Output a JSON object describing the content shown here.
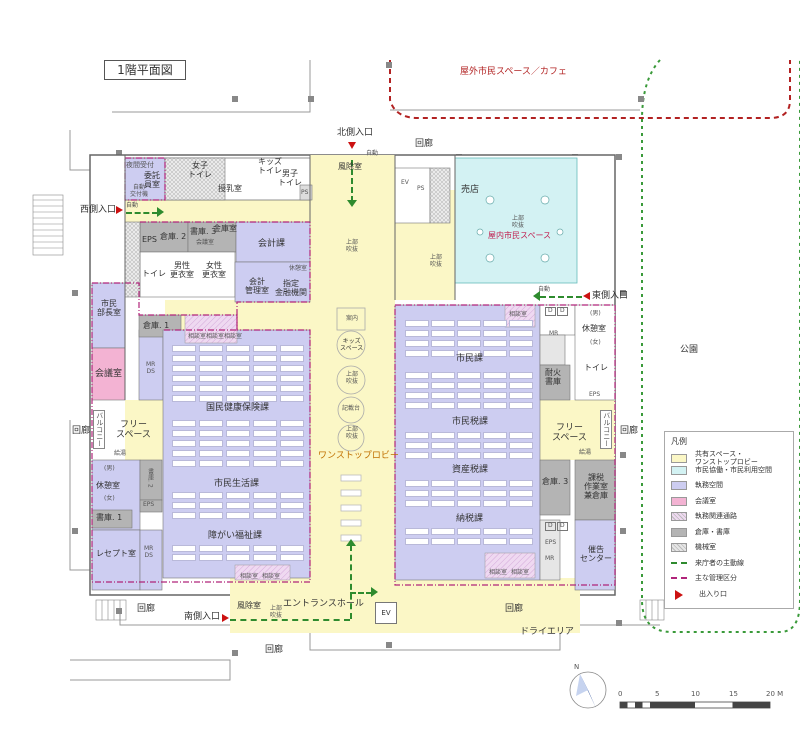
{
  "title": "1階平面図",
  "colors": {
    "shared": "#fbf7c6",
    "citizen": "#d3f2f3",
    "office": "#cdcdf1",
    "meeting": "#f3b3d3",
    "passage": "#efd9f1",
    "storage": "#b4b4b4",
    "machine": "#e6e6e6",
    "route": "#2e8b2e",
    "boundary": "#b0247a",
    "entrance": "#cc1111"
  },
  "outside": {
    "terrace": "屋外市民スペース／カフェ",
    "park": "公園",
    "dry_area": "ドライエリア"
  },
  "corridors": {
    "north": "回廊",
    "west": "回廊",
    "east": "回廊",
    "south_left": "回廊",
    "south_right": "回廊",
    "south_mid": "回廊"
  },
  "entrances": {
    "north": "北側入口",
    "west": "西側入口",
    "east": "東側入口",
    "south": "南側入口",
    "auto": "自動"
  },
  "lobby": {
    "name": "ワンストップロビー",
    "entrance_hall": "エントランスホール",
    "kids": "キッズ\nスペース",
    "atrium": "上部\n吹抜",
    "guide": "案内",
    "desk": "記載台",
    "windbreak_n": "風除室",
    "windbreak_s": "風除室",
    "ev": "EV"
  },
  "rooms": {
    "consign": "委託\n員室",
    "night": "夜間受付",
    "vending": "自動\n交付機",
    "wc_f": "女子\nトイレ",
    "wc_kids": "キッズ\nトイレ",
    "nursing": "授乳室",
    "wc_m": "男子\nトイレ",
    "ps1": "PS",
    "ev_left": "EV",
    "ps2": "PS",
    "shop": "売店",
    "indoor": "屋内市民スペース",
    "eps_w": "EPS",
    "store2": "倉庫. 2",
    "store3w": "書庫. 3",
    "store_conf": "会議室",
    "treasury": "金庫室",
    "acct": "会計課",
    "rest_acct": "休憩室",
    "locker_m": "男性\n更衣室",
    "locker_f": "女性\n更衣室",
    "wc_w": "トイレ",
    "acct_mgr": "会計\n管理室",
    "bank": "指定\n金融機関",
    "mayor": "市民\n部長室",
    "store1": "倉庫. 1",
    "conf": "会議室",
    "mrds": "MR\nDS",
    "health": "国民健康保険課",
    "living": "市民生活課",
    "welfare": "障がい福祉課",
    "free_w": "フリー\nスペース",
    "balcony_w": "バルコニー",
    "rest_w_m": "(男)",
    "rest_w": "休憩室",
    "rest_w_f": "(女)",
    "doc2": "書庫. 2",
    "eps_w2": "EPS",
    "doc1": "書庫. 1",
    "reception": "レセプト室",
    "mrds2": "MR\nDS",
    "consult": "相談室",
    "citizens": "市民課",
    "tax_city": "市民税課",
    "asset_tax": "資産税課",
    "tax_pay": "納税課",
    "dd": "D",
    "rest_e_m": "(男)",
    "rest_e": "休憩室",
    "rest_e_f": "(女)",
    "wc_e": "トイレ",
    "fireproof": "耐火\n書庫",
    "mr_e": "MR",
    "eps_e": "EPS",
    "free_e": "フリー\nスペース",
    "balcony_e": "バルコニー",
    "doc3": "倉庫. 3",
    "tax_work": "課税\n作業室\n兼倉庫",
    "mr_e2": "MR",
    "eps_e2": "EPS",
    "report": "催告\nセンター",
    "elevator_e": "EV",
    "kyotsu": "給湯"
  },
  "legend": {
    "title": "凡例",
    "items": [
      {
        "label": "共有スペース・\nワンストップロビー",
        "type": "fill",
        "color": "#fbf7c6"
      },
      {
        "label": "市民協働・市民利用空間",
        "type": "fill",
        "color": "#d3f2f3"
      },
      {
        "label": "執務空間",
        "type": "fill",
        "color": "#cdcdf1"
      },
      {
        "label": "会議室",
        "type": "fill",
        "color": "#f3b3d3"
      },
      {
        "label": "執務関連通路",
        "type": "hatch",
        "color": "#efd9f1"
      },
      {
        "label": "倉庫・書庫",
        "type": "fill",
        "color": "#b4b4b4"
      },
      {
        "label": "機械室",
        "type": "hatch",
        "color": "#e6e6e6"
      },
      {
        "label": "来庁者の主動線",
        "type": "route",
        "color": "#2e8b2e"
      },
      {
        "label": "主な管理区分",
        "type": "boundary",
        "color": "#b0247a"
      },
      {
        "label": "出入り口",
        "type": "entrance",
        "color": "#cc1111"
      }
    ]
  },
  "scale": {
    "ticks": [
      "0",
      "5",
      "10",
      "15",
      "20 M"
    ],
    "north": "N"
  }
}
